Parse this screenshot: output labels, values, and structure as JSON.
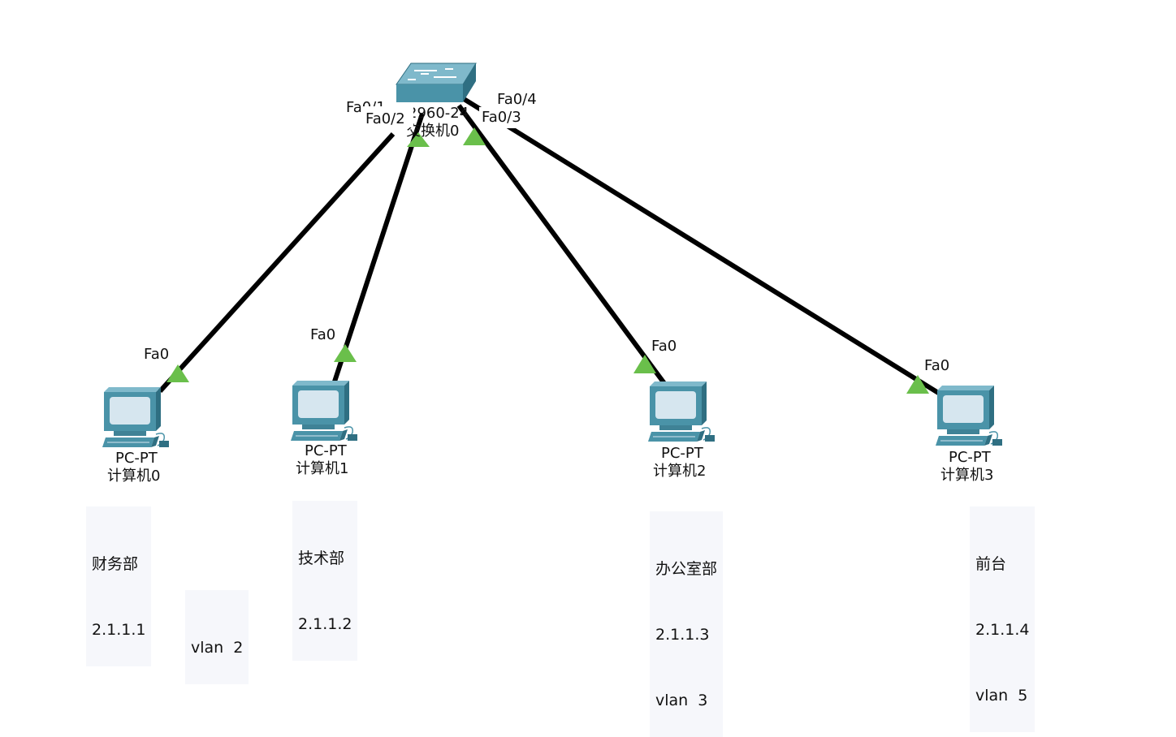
{
  "switch": {
    "model_label": "2960-24",
    "name_label": "交换机0",
    "ports": [
      "Fa0/1",
      "Fa0/2",
      "Fa0/3",
      "Fa0/4"
    ]
  },
  "pcs": [
    {
      "type_label": "PC-PT",
      "name_label": "计算机0",
      "port": "Fa0"
    },
    {
      "type_label": "PC-PT",
      "name_label": "计算机1",
      "port": "Fa0"
    },
    {
      "type_label": "PC-PT",
      "name_label": "计算机2",
      "port": "Fa0"
    },
    {
      "type_label": "PC-PT",
      "name_label": "计算机3",
      "port": "Fa0"
    }
  ],
  "notes": [
    {
      "lines": [
        "财务部",
        "2.1.1.1"
      ]
    },
    {
      "lines": [
        "vlan  2"
      ]
    },
    {
      "lines": [
        "技术部",
        "2.1.1.2"
      ]
    },
    {
      "lines": [
        "办公室部",
        "2.1.1.3",
        "vlan  3"
      ]
    },
    {
      "lines": [
        "前台",
        "2.1.1.4",
        "vlan  5"
      ]
    }
  ],
  "colors": {
    "link": "#000000",
    "link_up_indicator": "#6abf4b",
    "device_body": "#4a93a8",
    "device_dark": "#2f6f82",
    "device_screen": "#d6e6ef",
    "note_background": "#f6f7fb"
  }
}
